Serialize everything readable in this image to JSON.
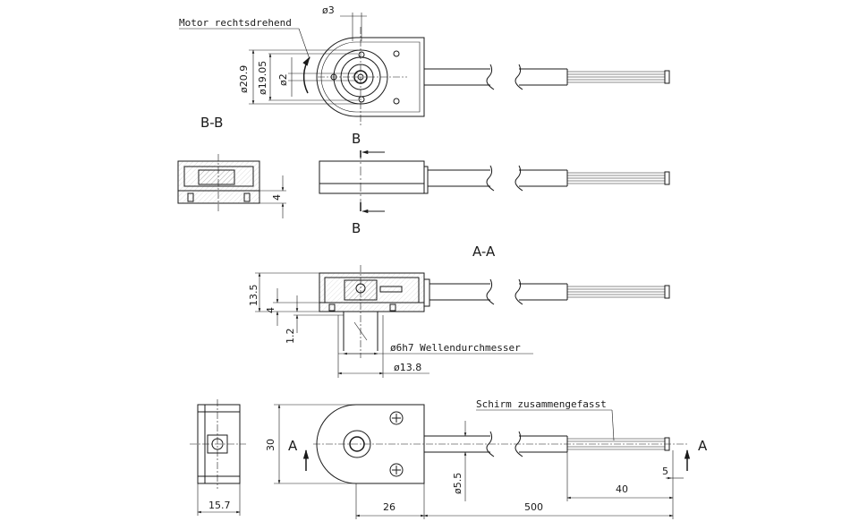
{
  "labels": {
    "motor": "Motor rechtsdrehend",
    "shaft_note": "ø6h7 Wellendurchmesser",
    "shield": "Schirm zusammengefasst",
    "section_bb": "B-B",
    "section_aa": "A-A",
    "cut_b_top": "B",
    "cut_b_bottom": "B",
    "cut_a_left": "A",
    "cut_a_right": "A"
  },
  "dimensions": {
    "d3": "ø3",
    "d209": "ø20.9",
    "d1905": "ø19.05",
    "d2": "ø2",
    "h4_bb": "4",
    "h135": "13.5",
    "h4_aa": "4",
    "h12": "1.2",
    "d138": "ø13.8",
    "h30": "30",
    "d55": "ø5.5",
    "w157": "15.7",
    "w26": "26",
    "w500": "500",
    "w40": "40",
    "w5": "5"
  }
}
